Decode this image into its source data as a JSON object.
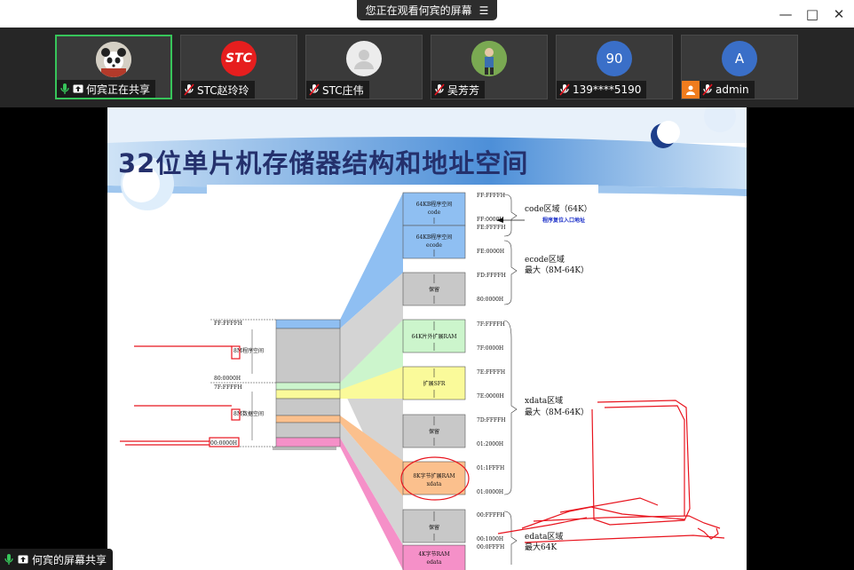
{
  "window": {
    "share_indicator": "您正在观看何宾的屏幕",
    "minimize_glyph": "—",
    "maximize_glyph": "□",
    "close_glyph": "✕"
  },
  "participants": [
    {
      "name": "何宾正在共享",
      "avatar_text": ""
    },
    {
      "name": "STC赵玲玲",
      "avatar_text": "STC"
    },
    {
      "name": "STC庄伟",
      "avatar_text": ""
    },
    {
      "name": "吴芳芳",
      "avatar_text": ""
    },
    {
      "name": "139****5190",
      "avatar_text": "90"
    },
    {
      "name": "admin",
      "avatar_text": "A"
    }
  ],
  "slide": {
    "title": "32位单片机存储器结构和地址空间"
  },
  "diagram": {
    "left_labels": {
      "top_addr": "FF:FFFFH",
      "prog_space": "8M程序空间",
      "addr_80": "80:0000H",
      "addr_7f": "7F:FFFFH",
      "data_space": "8M数据空间",
      "addr_00": "00:0000H"
    },
    "blocks": [
      {
        "line1": "64KB程序空间",
        "line2": "code"
      },
      {
        "line1": "64KB程序空间",
        "line2": "ecode"
      },
      {
        "line1": "保留",
        "line2": ""
      },
      {
        "line1": "64K片外扩展RAM",
        "line2": ""
      },
      {
        "line1": "扩展SFR",
        "line2": ""
      },
      {
        "line1": "保留",
        "line2": ""
      },
      {
        "line1": "8K字节扩展RAM",
        "line2": "xdata"
      },
      {
        "line1": "保留",
        "line2": ""
      },
      {
        "line1": "4K字节RAM",
        "line2": "edata"
      }
    ],
    "addresses": [
      "FF:FFFFH",
      "FF:0000H",
      "FE:FFFFH",
      "FE:0000H",
      "FD:FFFFH",
      "80:0000H",
      "7F:FFFFH",
      "7F:0000H",
      "7E:FFFFH",
      "7E:0000H",
      "7D:FFFFH",
      "01:2000H",
      "01:1FFFH",
      "01:0000H",
      "00:FFFFH",
      "00:1000H",
      "00:0FFFH"
    ],
    "regions": [
      {
        "line1": "code区域（64K）",
        "line2": ""
      },
      {
        "line1": "ecode区域",
        "line2": "最大（8M-64K）"
      },
      {
        "line1": "xdata区域",
        "line2": "最大（8M-64K）"
      },
      {
        "line1": "edata区域",
        "line2": "最大64K"
      }
    ],
    "reset_note": "程序复位入口地址"
  },
  "presenter_label": "何宾的屏幕共享",
  "colors": {
    "active_border": "#37c55a",
    "blue_block": "#8fbff2",
    "green_block": "#ccf5cc",
    "yellow_block": "#fafa9a",
    "orange_block": "#fbc08d",
    "pink_block": "#f590c8",
    "gray_block": "#c8c8c8",
    "annotation_red": "#e8141e"
  }
}
